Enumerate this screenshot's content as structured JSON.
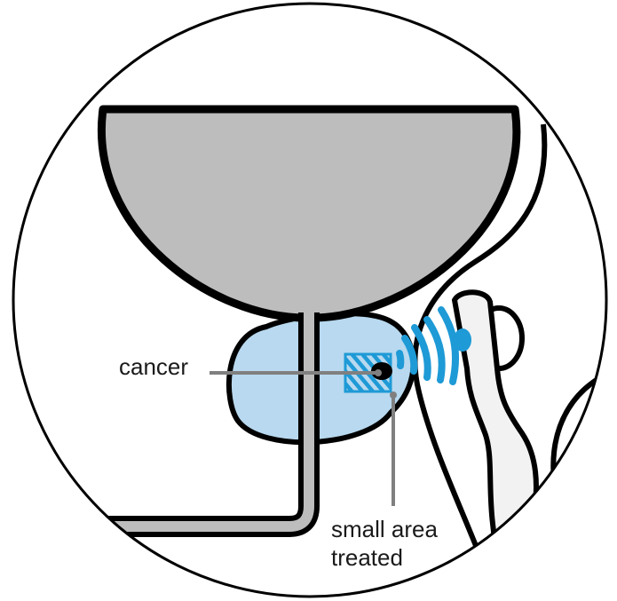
{
  "labels": {
    "cancer": "cancer",
    "treated_line1": "small area",
    "treated_line2": "treated"
  },
  "colors": {
    "outline": "#000000",
    "bladder_fill": "#bdbdbd",
    "prostate_fill": "#b8d9ef",
    "ultrasound_blue": "#1e9ad6",
    "probe_fill": "#f2f2f2",
    "pointer_line": "#808080"
  }
}
